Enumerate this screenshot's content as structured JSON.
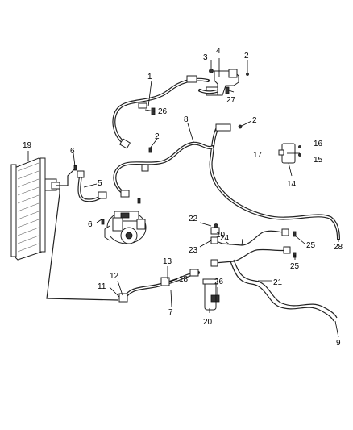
{
  "callouts": {
    "c1": "1",
    "c2a": "2",
    "c2b": "2",
    "c2c": "2",
    "c3": "3",
    "c4": "4",
    "c5": "5",
    "c6a": "6",
    "c6b": "6",
    "c7": "7",
    "c8": "8",
    "c9": "9",
    "c10": "10",
    "c11": "11",
    "c12": "12",
    "c13": "13",
    "c14": "14",
    "c15": "15",
    "c16": "16",
    "c17": "17",
    "c18": "18",
    "c19": "19",
    "c20": "20",
    "c21": "21",
    "c22": "22",
    "c23": "23",
    "c24": "24",
    "c25a": "25",
    "c25b": "25",
    "c26a": "26",
    "c26b": "26",
    "c27": "27",
    "c28": "28"
  }
}
